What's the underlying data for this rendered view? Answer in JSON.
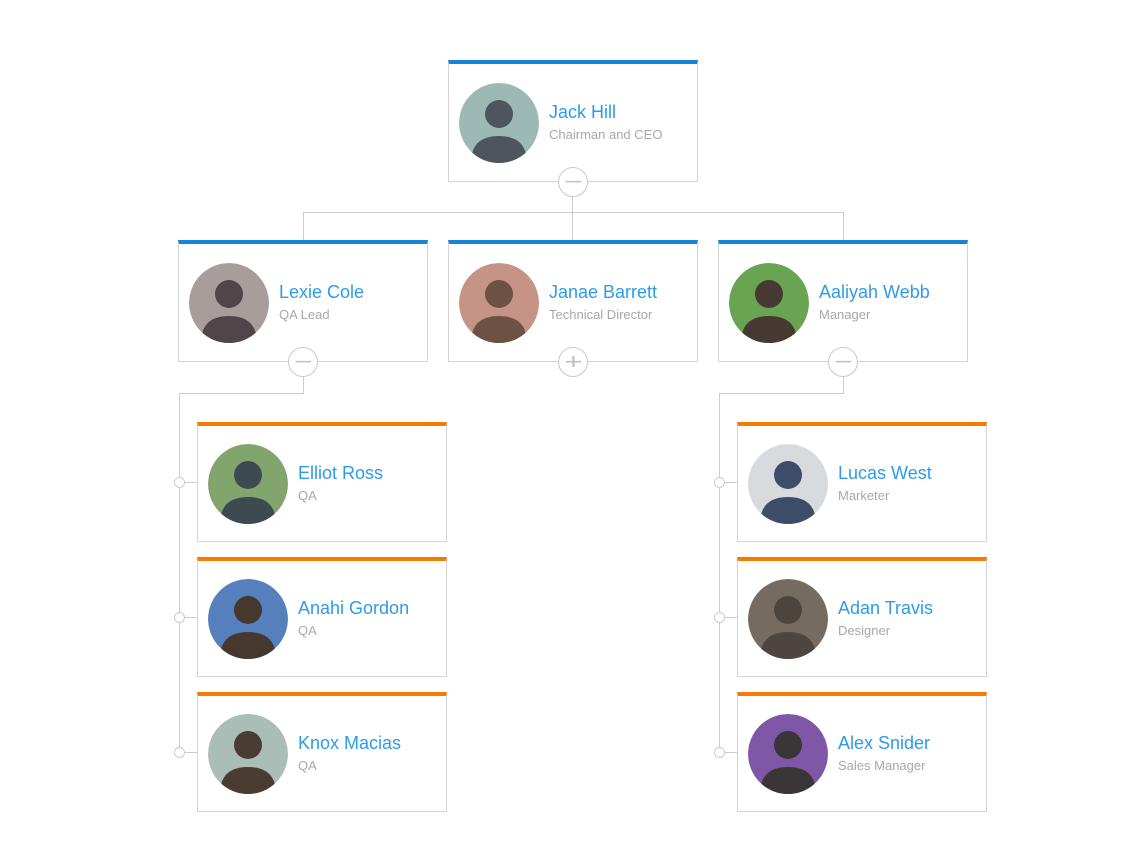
{
  "page": {
    "type": "organizational-chart",
    "background": "#ffffff"
  },
  "colors": {
    "accent-blue": "#1585d6",
    "accent-orange": "#f57c00",
    "name-text": "#2e9be9",
    "title-text": "#a6a8aa",
    "connector": "#cccccc",
    "card-border": "#d4d4d4",
    "toggle-border": "#c9c9c9"
  },
  "tree": {
    "name": "Jack Hill",
    "title": "Chairman and CEO",
    "toggle": "−",
    "avatar": {
      "bg": "#9db9b6",
      "fg": "#4d555e"
    },
    "children": [
      {
        "name": "Lexie Cole",
        "title": "QA Lead",
        "toggle": "−",
        "avatar": {
          "bg": "#a79d9b",
          "fg": "#52454a"
        },
        "children": [
          {
            "name": "Elliot Ross",
            "title": "QA",
            "avatar": {
              "bg": "#82a56e",
              "fg": "#3e4a52"
            }
          },
          {
            "name": "Anahi Gordon",
            "title": "QA",
            "avatar": {
              "bg": "#5580bd",
              "fg": "#47382f"
            }
          },
          {
            "name": "Knox Macias",
            "title": "QA",
            "avatar": {
              "bg": "#aabdb7",
              "fg": "#4a3b33"
            }
          }
        ]
      },
      {
        "name": "Janae Barrett",
        "title": "Technical Director",
        "toggle": "+",
        "avatar": {
          "bg": "#c69387",
          "fg": "#6d5243"
        },
        "children": []
      },
      {
        "name": "Aaliyah Webb",
        "title": "Manager",
        "toggle": "−",
        "avatar": {
          "bg": "#69a452",
          "fg": "#463931"
        },
        "children": [
          {
            "name": "Lucas West",
            "title": "Marketer",
            "avatar": {
              "bg": "#d8dbdd",
              "fg": "#3d4c68"
            }
          },
          {
            "name": "Adan Travis",
            "title": "Designer",
            "avatar": {
              "bg": "#756b60",
              "fg": "#4c463f"
            }
          },
          {
            "name": "Alex Snider",
            "title": "Sales Manager",
            "avatar": {
              "bg": "#7e58a6",
              "fg": "#3a3637"
            }
          }
        ]
      }
    ]
  }
}
